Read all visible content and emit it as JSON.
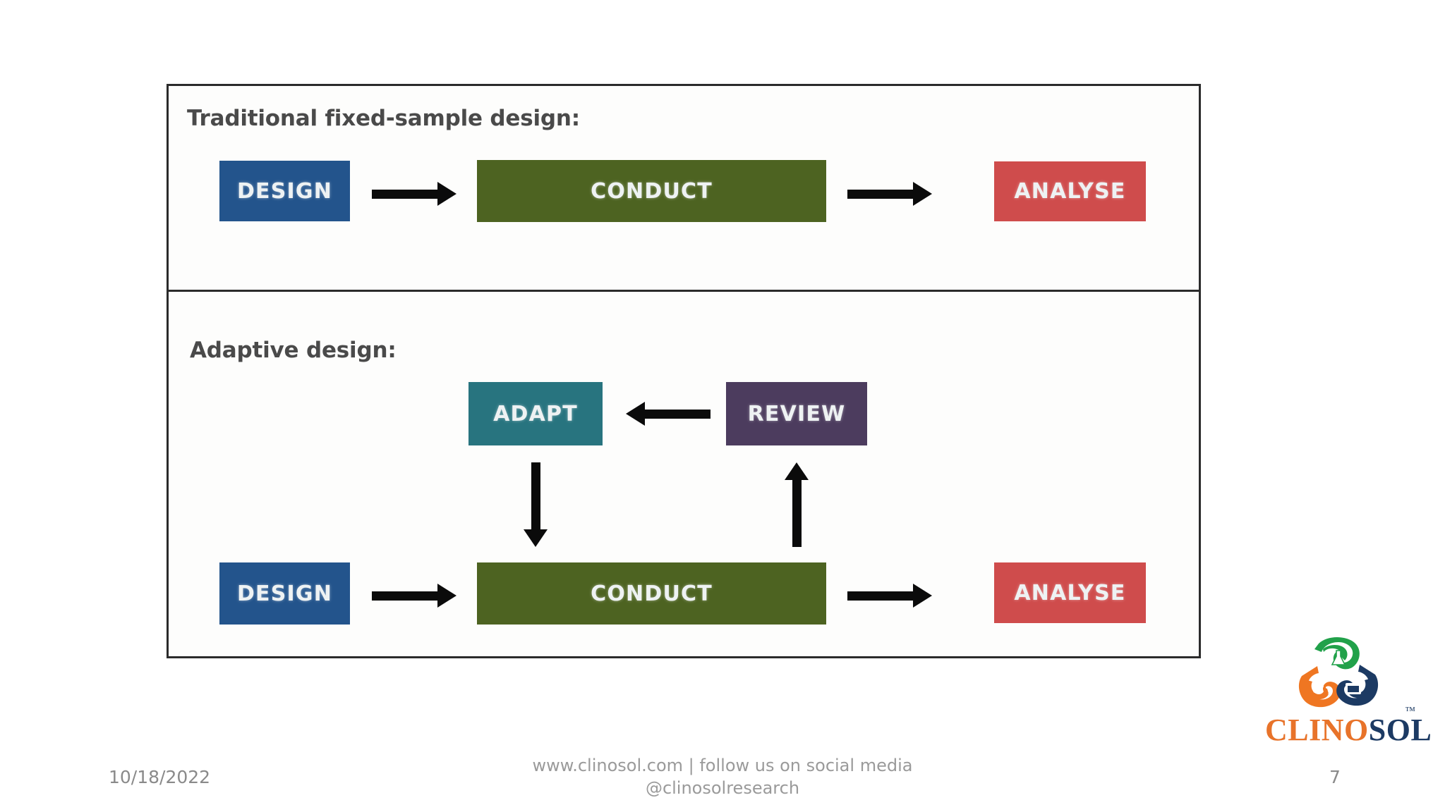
{
  "slide": {
    "background": "#ffffff",
    "page_number": "7",
    "date": "10/18/2022",
    "footer_line1": "www.clinosol.com  |  follow us on social media",
    "footer_line2": "@clinosolresearch"
  },
  "diagram": {
    "frame_border_color": "#2b2b2b",
    "panels": [
      {
        "id": "traditional",
        "title": "Traditional fixed-sample design:",
        "boxes": [
          {
            "id": "design",
            "label": "DESIGN",
            "color": "#23548c"
          },
          {
            "id": "conduct",
            "label": "CONDUCT",
            "color": "#4d6321"
          },
          {
            "id": "analyse",
            "label": "ANALYSE",
            "color": "#cf4c4c"
          }
        ],
        "arrows": [
          {
            "id": "design-to-conduct",
            "direction": "right"
          },
          {
            "id": "conduct-to-analyse",
            "direction": "right"
          }
        ]
      },
      {
        "id": "adaptive",
        "title": "Adaptive design:",
        "boxes": [
          {
            "id": "adapt",
            "label": "ADAPT",
            "color": "#28747f"
          },
          {
            "id": "review",
            "label": "REVIEW",
            "color": "#4c3c5e"
          },
          {
            "id": "design",
            "label": "DESIGN",
            "color": "#23548c"
          },
          {
            "id": "conduct",
            "label": "CONDUCT",
            "color": "#4d6321"
          },
          {
            "id": "analyse",
            "label": "ANALYSE",
            "color": "#cf4c4c"
          }
        ],
        "arrows": [
          {
            "id": "review-to-adapt",
            "direction": "left"
          },
          {
            "id": "adapt-to-conduct",
            "direction": "down"
          },
          {
            "id": "conduct-to-review",
            "direction": "up"
          },
          {
            "id": "design-to-conduct",
            "direction": "right"
          },
          {
            "id": "conduct-to-analyse",
            "direction": "right"
          }
        ]
      }
    ]
  },
  "logo": {
    "word_primary": "CLINO",
    "word_secondary": "SOL",
    "trademark": "™",
    "colors": {
      "orange": "#e8732a",
      "navy": "#1c3a63",
      "green": "#21a14a"
    }
  }
}
